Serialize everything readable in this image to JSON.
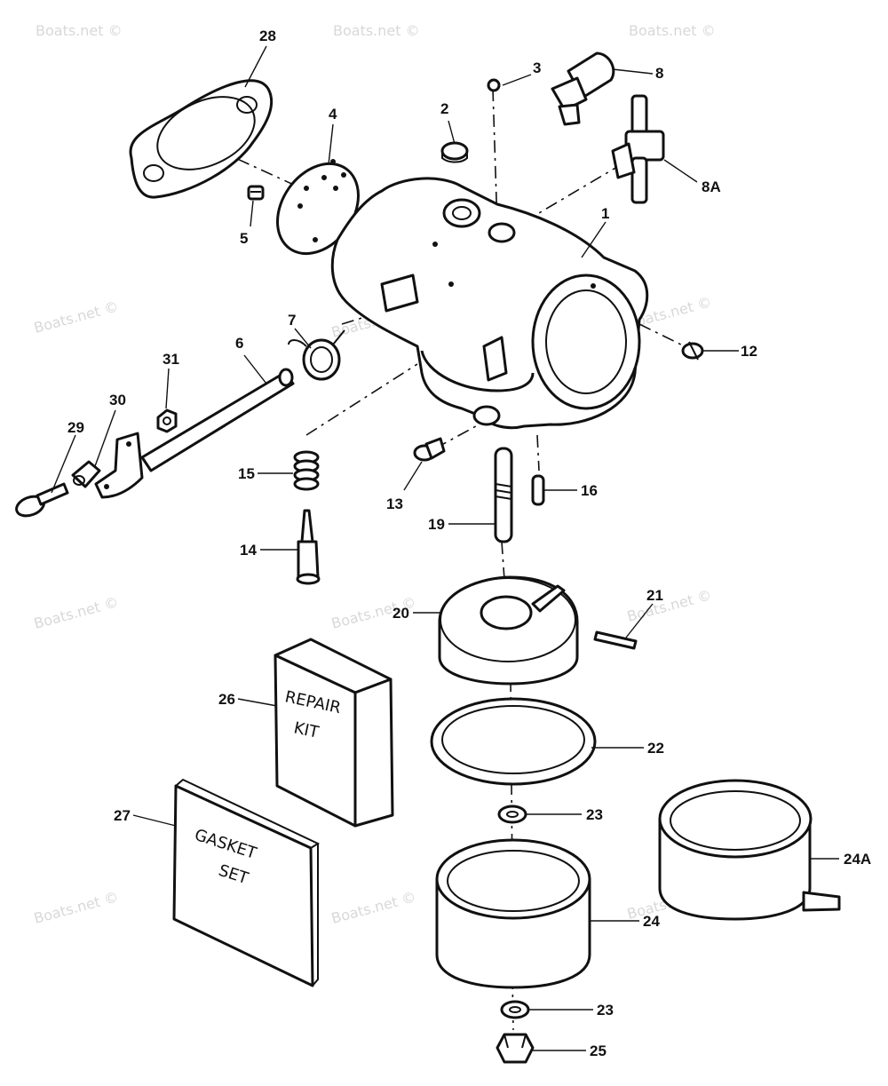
{
  "watermark": "Boats.net ©",
  "callouts": {
    "p1": "1",
    "p2": "2",
    "p3": "3",
    "p4": "4",
    "p5": "5",
    "p6": "6",
    "p7": "7",
    "p8": "8",
    "p8a": "8A",
    "p12": "12",
    "p13": "13",
    "p14": "14",
    "p15": "15",
    "p16": "16",
    "p19": "19",
    "p20": "20",
    "p21": "21",
    "p22": "22",
    "p23a": "23",
    "p23b": "23",
    "p24": "24",
    "p24a": "24A",
    "p25": "25",
    "p26": "26",
    "p27": "27",
    "p28": "28",
    "p29": "29",
    "p30": "30",
    "p31": "31"
  },
  "repair_kit": {
    "line1": "REPAIR",
    "line2": "KIT"
  },
  "gasket_set": {
    "line1": "GASKET",
    "line2": "SET"
  }
}
